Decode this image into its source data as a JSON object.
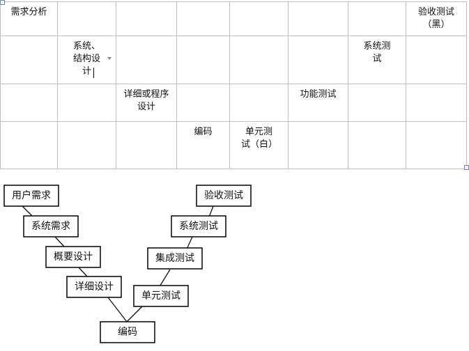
{
  "table": {
    "rows": [
      [
        "需求分析",
        "",
        "",
        "",
        "",
        "",
        "",
        "验收测试（黑）"
      ],
      [
        "",
        "系统、结构设计",
        "",
        "",
        "",
        "",
        "系统测试",
        ""
      ],
      [
        "",
        "",
        "详细或程序设计",
        "",
        "",
        "功能测试",
        "",
        ""
      ],
      [
        "",
        "",
        "",
        "编码",
        "单元测试（白）",
        "",
        "",
        ""
      ]
    ]
  },
  "diagram": {
    "left_steps": [
      "用户需求",
      "系统需求",
      "概要设计",
      "详细设计"
    ],
    "bottom": "编码",
    "right_steps": [
      "单元测试",
      "集成测试",
      "系统测试",
      "验收测试"
    ]
  },
  "colors": {
    "grid_border": "#bfbfbf",
    "handle": "#6d88b5",
    "text": "#111111"
  }
}
